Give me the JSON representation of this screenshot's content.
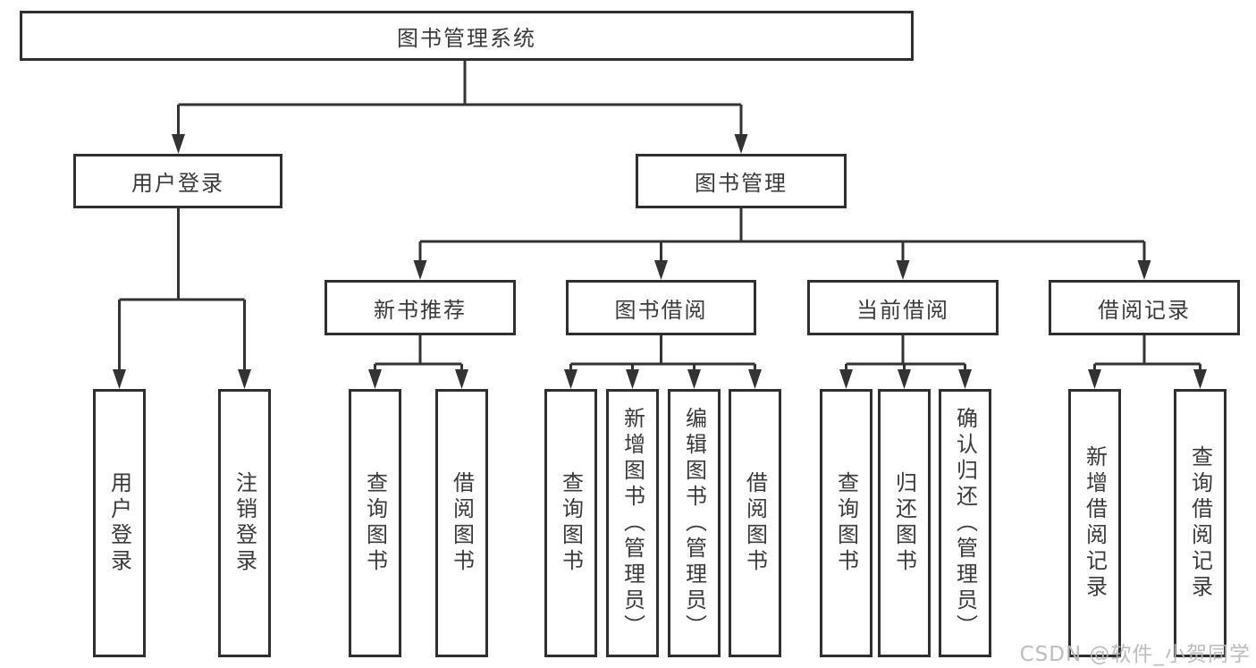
{
  "tree": {
    "root": "图书管理系统",
    "branches": [
      {
        "label": "用户登录",
        "children": [
          "用户登录",
          "注销登录"
        ]
      },
      {
        "label": "图书管理",
        "sections": [
          {
            "label": "新书推荐",
            "children": [
              "查询图书",
              "借阅图书"
            ]
          },
          {
            "label": "图书借阅",
            "children": [
              "查询图书",
              "新增图书（管理员）",
              "编辑图书（管理员）",
              "借阅图书"
            ]
          },
          {
            "label": "当前借阅",
            "children": [
              "查询图书",
              "归还图书",
              "确认归还（管理员）"
            ]
          },
          {
            "label": "借阅记录",
            "children": [
              "新增借阅记录",
              "查询借阅记录"
            ]
          }
        ]
      }
    ]
  },
  "watermark": {
    "text": "CSDN @软件_小贺同学"
  },
  "colors": {
    "line": "#333333",
    "border": "#2f2f2f",
    "text": "#3a3a3a",
    "watermark": "#b7b7b7"
  }
}
